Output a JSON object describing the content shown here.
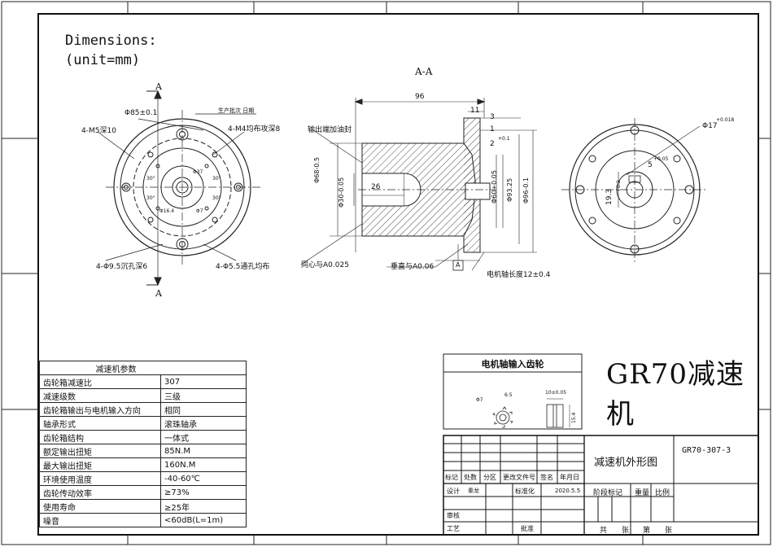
{
  "header": {
    "dimensions_title": "Dimensions:",
    "dimensions_unit": "(unit=mm)"
  },
  "front_view": {
    "section_mark_top": "A",
    "section_mark_bottom": "A",
    "pcd_label": "Φ85±0.1",
    "tap_holes_label": "4-M5深10",
    "production_label": "生产批次  日期",
    "m4_label": "4-M4均布攻深8",
    "counterbore_label": "4-Φ9.5沉孔深6",
    "through_label": "4-Φ5.5通孔均布",
    "angle_30": "30°",
    "inner_dia": "Φ37",
    "small_dia": "Φ16.4",
    "pin_dia": "Φ7"
  },
  "section_view": {
    "title": "A-A",
    "length_96": "96",
    "oil_seal_label": "输出端加油封",
    "dim_11": "11",
    "dim_3": "3",
    "dim_1": "1",
    "dim_2": "2",
    "dim_2_tol": "+0.1",
    "dia_68": "Φ68-0.5",
    "dia_30": "Φ30-0.05",
    "depth_26": "26",
    "dia_60": "Φ60+0.05",
    "dia_93": "Φ93.25",
    "dia_96": "Φ96-0.1",
    "concentric_label": "同心与A0.025",
    "perp_label": "垂直与A0.06",
    "datum_a": "A",
    "shaft_len_label": "电机轴长度12±0.4"
  },
  "rear_view": {
    "dia_17": "Φ17",
    "dia_17_tol": "+0.018",
    "key_5": "5",
    "key_5_tol": "+0.05",
    "dim_19": "19.3",
    "dim_19_tol": "+0.2"
  },
  "gear_box": {
    "title": "电机轴输入齿轮",
    "gear_dia": "Φ7",
    "gear_width": "6.5",
    "gear_len": "10±0.05",
    "gear_h": "15.4"
  },
  "model_title": "GR70减速机",
  "params": {
    "heading": "减速机参数",
    "rows": [
      {
        "name": "齿轮箱减速比",
        "value": "307"
      },
      {
        "name": "减速级数",
        "value": "三级"
      },
      {
        "name": "齿轮箱输出与电机输入方向",
        "value": "相同"
      },
      {
        "name": "轴承形式",
        "value": "滚珠轴承"
      },
      {
        "name": "齿轮箱结构",
        "value": "一体式"
      },
      {
        "name": "额定输出扭矩",
        "value": "85N.M"
      },
      {
        "name": "最大输出扭矩",
        "value": "160N.M"
      },
      {
        "name": "环境使用温度",
        "value": "-40-60℃"
      },
      {
        "name": "齿轮传动效率",
        "value": "≥73%"
      },
      {
        "name": "使用寿命",
        "value": "≥25年"
      },
      {
        "name": "噪音",
        "value": "<60dB(L=1m)"
      }
    ]
  },
  "title_block": {
    "drawing_name": "减速机外形图",
    "drawing_no": "GR70-307-3",
    "mark": "标记",
    "count": "处数",
    "zone": "分区",
    "change_doc": "更改文件号",
    "sign": "签名",
    "date_hdr": "年月日",
    "design": "设计",
    "designer": "秦龙",
    "standard": "标准化",
    "design_date": "2020.5.5",
    "stage": "阶段标记",
    "weight": "重量",
    "scale": "比例",
    "review": "审核",
    "process": "工艺",
    "approve": "批准",
    "total": "共",
    "sheets": "张",
    "sheet_no": "第",
    "sheet_unit": "张"
  }
}
